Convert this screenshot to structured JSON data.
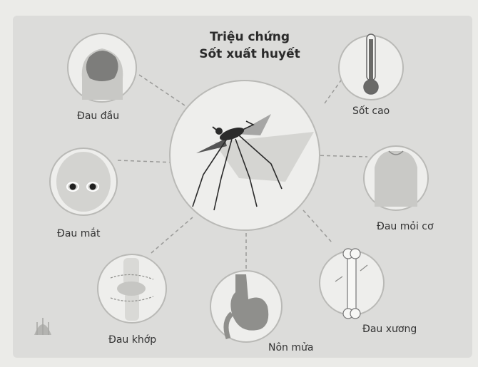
{
  "title": {
    "line1": "Triệu chứng",
    "line2": "Sốt xuất huyết"
  },
  "symptoms": {
    "headache": {
      "label": "Đau đầu",
      "icon": "head-icon"
    },
    "fever": {
      "label": "Sốt cao",
      "icon": "thermometer-icon"
    },
    "eye_pain": {
      "label": "Đau mắt",
      "icon": "face-eyes-icon"
    },
    "muscle_pain": {
      "label": "Đau mỏi cơ",
      "icon": "torso-icon"
    },
    "joint_pain": {
      "label": "Đau khớp",
      "icon": "knee-joint-icon"
    },
    "vomiting": {
      "label": "Nôn mửa",
      "icon": "stomach-icon"
    },
    "bone_pain": {
      "label": "Đau xương",
      "icon": "bone-icon"
    }
  },
  "center": {
    "icon": "mosquito-icon"
  },
  "colors": {
    "circle_fill": "#eeeeec",
    "circle_stroke": "#b9b9b6",
    "connector": "#9a9a98",
    "dark": "#2b2b2b"
  }
}
